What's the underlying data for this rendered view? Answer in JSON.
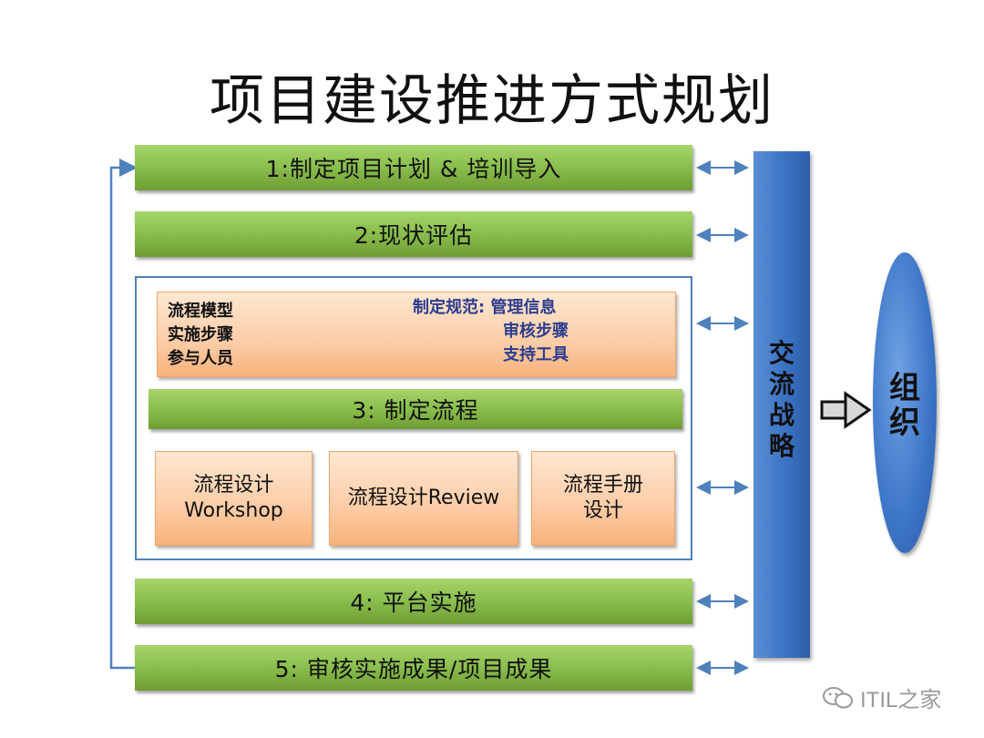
{
  "title": "项目建设推进方式规划",
  "steps": {
    "step1": "1:制定项目计划 & 培训导入",
    "step2": "2:现状评估",
    "step3": "3: 制定流程",
    "step4": "4: 平台实施",
    "step5": "5: 审核实施成果/项目成果"
  },
  "info": {
    "left": [
      "流程模型",
      "实施步骤",
      "参与人员"
    ],
    "right": [
      "制定规范: 管理信息",
      "审核步骤",
      "支持工具"
    ]
  },
  "process_boxes": [
    {
      "line1": "流程设计",
      "line2": "Workshop"
    },
    {
      "line1": "流程设计Review",
      "line2": ""
    },
    {
      "line1": "流程手册",
      "line2": "设计"
    }
  ],
  "side": {
    "strategy": "交流战略",
    "organization": "组织"
  },
  "watermark": "ITIL之家",
  "colors": {
    "green": "#8cc04f",
    "blue": "#3b73c4",
    "orange": "#fccca6",
    "frame": "#4f81bd"
  }
}
